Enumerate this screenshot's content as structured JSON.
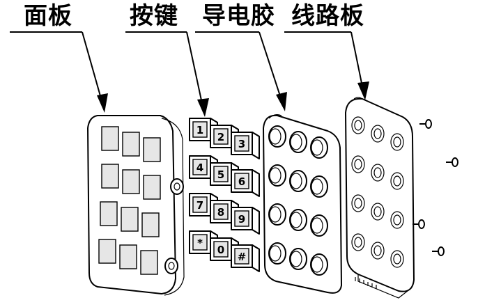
{
  "labels": {
    "panel": "面板",
    "keys": "按键",
    "rubber": "导电胶",
    "pcb": "线路板"
  },
  "key_legends": [
    "1",
    "2",
    "3",
    "4",
    "5",
    "6",
    "7",
    "8",
    "9",
    "*",
    "0",
    "#"
  ]
}
